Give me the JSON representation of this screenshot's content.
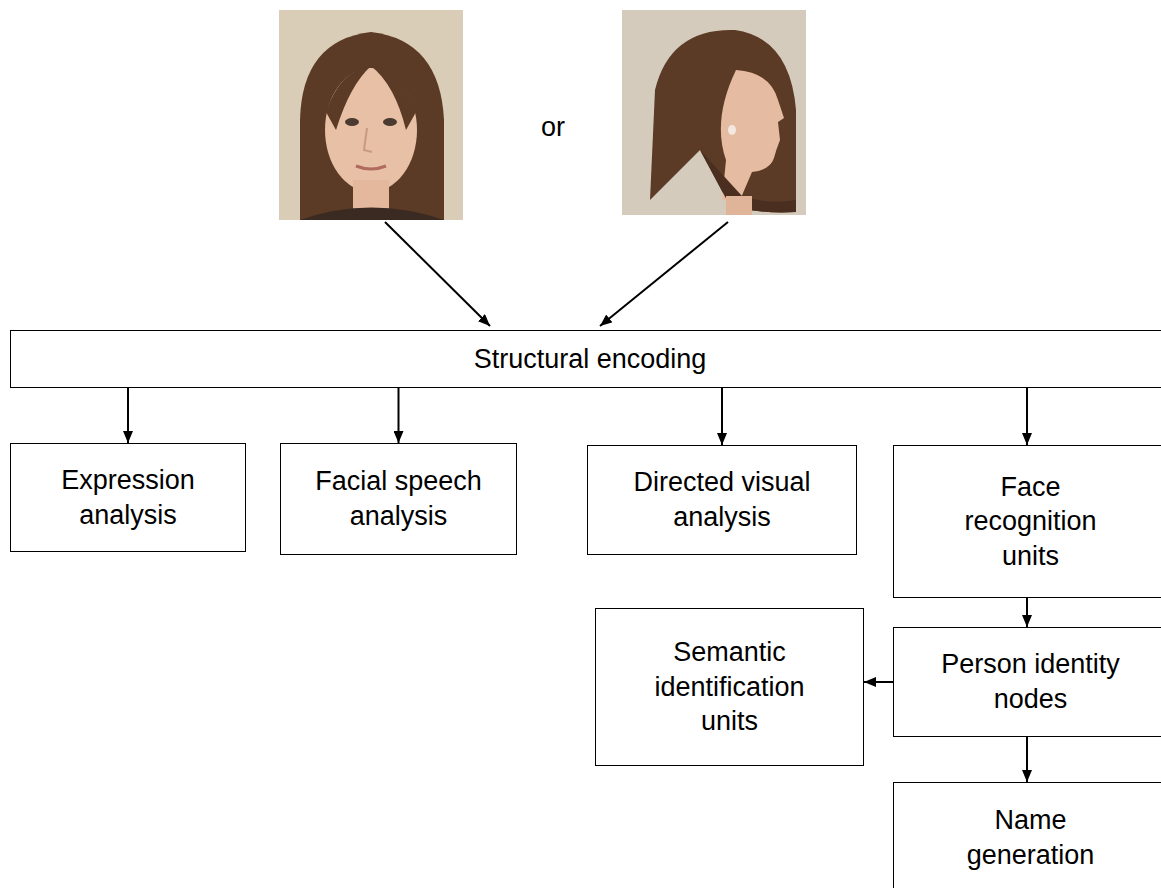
{
  "diagram": {
    "nodes": [
      {
        "text": [
          "Structural encoding"
        ]
      },
      {
        "text": [
          "Expression analysis"
        ]
      },
      {
        "text": [
          "Facial speech analysis"
        ]
      },
      {
        "text": [
          "Directed visual analysis"
        ]
      },
      {
        "text": [
          "Face recognition units"
        ]
      },
      {
        "text": [
          "Semantic identification units"
        ]
      },
      {
        "text": [
          "Person identity nodes"
        ]
      },
      {
        "text": [
          "Name generation"
        ]
      }
    ],
    "edges": [
      {
        "from": 0,
        "to": 1,
        "arrow": "to"
      },
      {
        "from": 0,
        "to": 2,
        "arrow": "to"
      },
      {
        "from": 0,
        "to": 3,
        "arrow": "to"
      },
      {
        "from": 0,
        "to": 4,
        "arrow": "to"
      },
      {
        "from": 4,
        "to": 6,
        "arrow": "to"
      },
      {
        "from": 6,
        "to": 5,
        "arrow": "to"
      },
      {
        "from": 6,
        "to": 7,
        "arrow": "to"
      }
    ],
    "labels": [
      "or"
    ]
  }
}
